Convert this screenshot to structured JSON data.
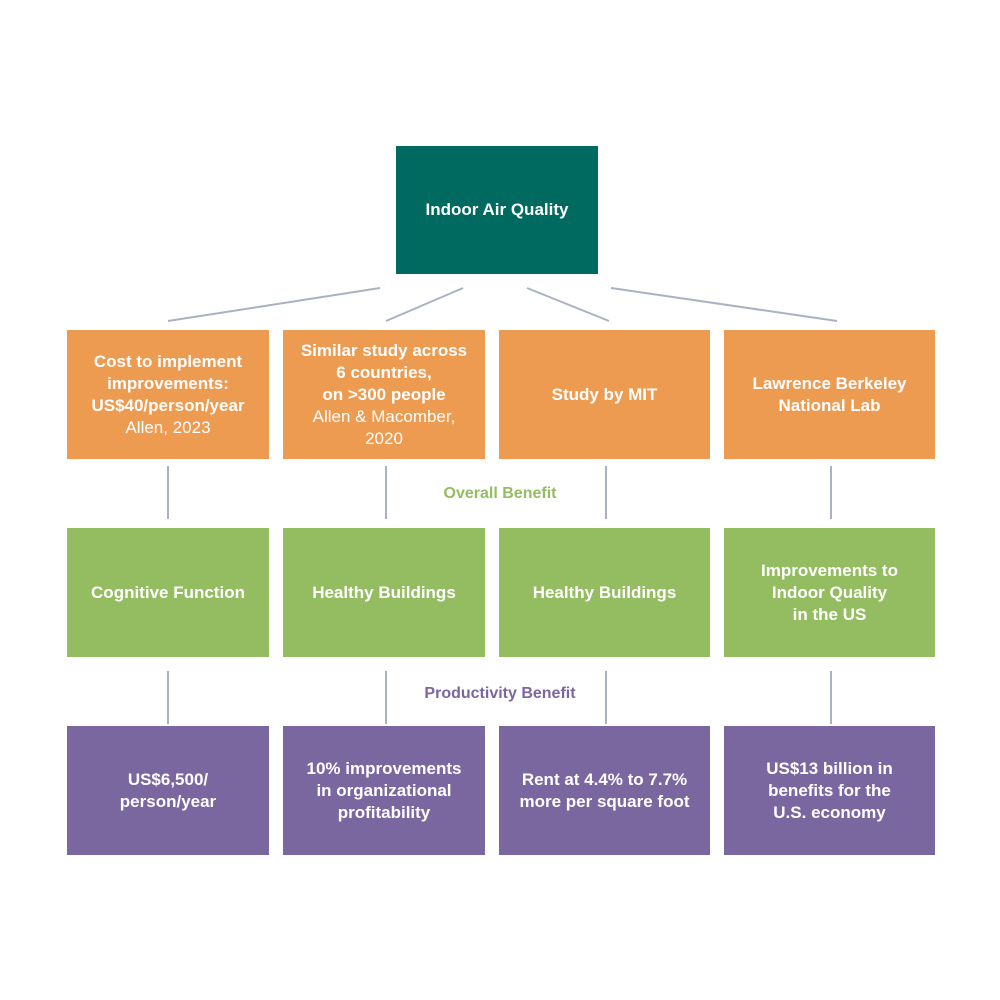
{
  "root": {
    "label": "Indoor Air Quality"
  },
  "colors": {
    "root": "#006960",
    "source": "#EE9B52",
    "benefit": "#94BD61",
    "productivity": "#7B67A0",
    "connector": "#A9B2C3"
  },
  "row_labels": {
    "overall": "Overall Benefit",
    "productivity": "Productivity Benefit"
  },
  "columns": [
    {
      "source_main": "Cost to implement\nimprovements:\nUS$40/person/year",
      "source_citation": "Allen, 2023",
      "benefit": "Cognitive Function",
      "productivity": "US$6,500/\nperson/year"
    },
    {
      "source_main": "Similar study across\n6 countries,\non >300 people",
      "source_citation": "Allen & Macomber,\n2020",
      "benefit": "Healthy Buildings",
      "productivity": "10% improvements\nin organizational\nprofitability"
    },
    {
      "source_main": "Study by MIT",
      "source_citation": "",
      "benefit": "Healthy Buildings",
      "productivity": "Rent at 4.4% to 7.7%\nmore per square foot"
    },
    {
      "source_main": "Lawrence Berkeley\nNational Lab",
      "source_citation": "",
      "benefit": "Improvements to\nIndoor Quality\nin the US",
      "productivity": "US$13 billion in\nbenefits for the\nU.S. economy"
    }
  ]
}
